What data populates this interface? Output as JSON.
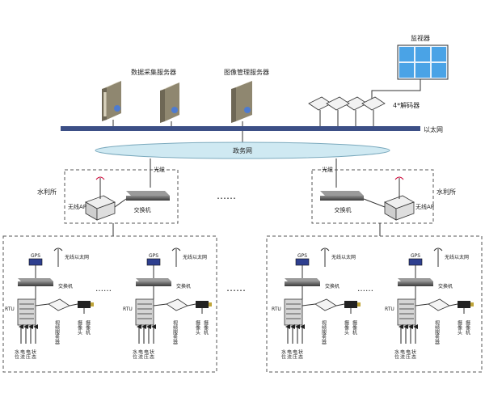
{
  "labels": {
    "monitor": "监视器",
    "data_server": "数据采集服务器",
    "image_server": "图像管理服务器",
    "decoder": "4*解码器",
    "ethernet": "以太网",
    "gov_net": "政务网",
    "fiber": "光缆",
    "bureau_left": "水利所",
    "bureau_right": "水利所",
    "ap": "无线AP",
    "switch": "交换机",
    "gps": "GPS",
    "wireless_eth": "无线以太网",
    "rtu": "RTU",
    "video_server": "视频服务器",
    "camera": "摄像头",
    "cam_machine": "摄像机",
    "sensors": [
      "水位",
      "电流",
      "电压",
      "状态"
    ],
    "ellipsis": "……"
  },
  "colors": {
    "ethernet_bar": "#3c4f86",
    "gov_net_fill": "#cfe9f2",
    "monitor_fill": "#4aa3e6",
    "dashed_border": "#555555"
  }
}
